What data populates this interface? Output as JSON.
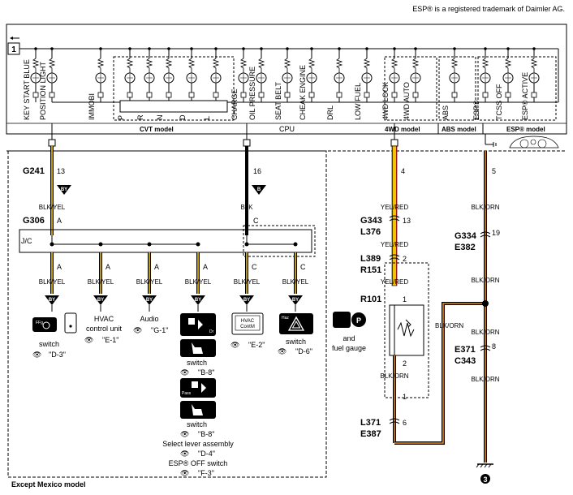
{
  "trademark": "ESP® is a registered trademark of Daimler AG.",
  "connector_box_label": "1",
  "indicators": [
    {
      "label": "KEY START BLUE"
    },
    {
      "label": "POSITION LIGHT"
    },
    {
      "label": "IMMOBI"
    },
    {
      "label": "P"
    },
    {
      "label": "R"
    },
    {
      "label": "N"
    },
    {
      "label": "D"
    },
    {
      "label": "L"
    },
    {
      "label": "CHARGE"
    },
    {
      "label": "OIL PRESSURE"
    },
    {
      "label": "SEAT BELT"
    },
    {
      "label": "CHEAK ENGINE"
    },
    {
      "label": "DRL"
    },
    {
      "label": "LOW FUEL"
    },
    {
      "label": "4WD LOCK"
    },
    {
      "label": "4WD AUTO"
    },
    {
      "label": "ABS"
    },
    {
      "label": "ESP®"
    },
    {
      "label": "TCSS OFF"
    },
    {
      "label": "ESP® ACTIVE"
    }
  ],
  "sections": {
    "cvt": "CVT model",
    "cpu": "CPU",
    "wd4": "4WD model",
    "abs": "ABS model",
    "esp": "ESP® model"
  },
  "wires": {
    "g241": "G241",
    "g241_pin": "13",
    "pin16": "16",
    "pin4": "4",
    "pin5": "5",
    "by_badge": "BY",
    "b_badge": "B",
    "blk_yel": "BLK/YEL",
    "blk": "BLK",
    "yel_red": "YEL/RED",
    "blk_orn": "BLK/ORN",
    "g306": "G306",
    "g306_pin": "A",
    "blk_pin": "C",
    "jc": "J/C",
    "g343": "G343",
    "g343_pin": "13",
    "l376": "L376",
    "l389": "L389",
    "l389_pin": "2",
    "r151": "R151",
    "r101": "R101",
    "r101_pin1": "1",
    "r101_pin2": "2",
    "r101_pin1b": "1",
    "l371": "L371",
    "l371_pin": "6",
    "e387": "E387",
    "g334": "G334",
    "g334_pin": "19",
    "e382": "E382",
    "e371": "E371",
    "e371_pin": "8",
    "c343": "C343",
    "ground": "3"
  },
  "branches": [
    {
      "pin": "A",
      "wire": "BLK/YEL",
      "badge": "BY"
    },
    {
      "pin": "A",
      "wire": "BLK/YEL",
      "badge": "BY"
    },
    {
      "pin": "A",
      "wire": "BLK/YEL",
      "badge": "BY"
    },
    {
      "pin": "A",
      "wire": "BLK/YEL",
      "badge": "BY"
    },
    {
      "pin": "C",
      "wire": "BLK/YEL",
      "badge": "BY"
    },
    {
      "pin": "C",
      "wire": "BLK/YEL",
      "badge": "BY"
    }
  ],
  "components": {
    "light_switch": "switch",
    "light_ref": "\"D-3\"",
    "hvac_unit": "HVAC\ncontrol unit",
    "hvac_ref": "\"E-1\"",
    "audio": "Audio",
    "audio_ref": "\"G-1\"",
    "seat_switch1": "switch",
    "seat_ref1": "\"B-8\"",
    "seat_switch2": "switch",
    "seat_ref2": "\"B-8\"",
    "select_lever": "Select lever assembly",
    "select_ref": "\"D-4\"",
    "esp_off": "ESP® OFF switch",
    "esp_off_ref": "\"F-3\"",
    "hvac_contm": "HVAC\nContM",
    "hvac_contm_ref": "\"E-2\"",
    "haz_switch": "switch",
    "haz_ref": "\"D-6\"",
    "haz_text": "Haz",
    "fuel_text": "and\nfuel gauge",
    "dr_text": "Dr",
    "pass_text": "Pass",
    "ffg_text": "FFg"
  },
  "except_mexico": "Except Mexico model"
}
